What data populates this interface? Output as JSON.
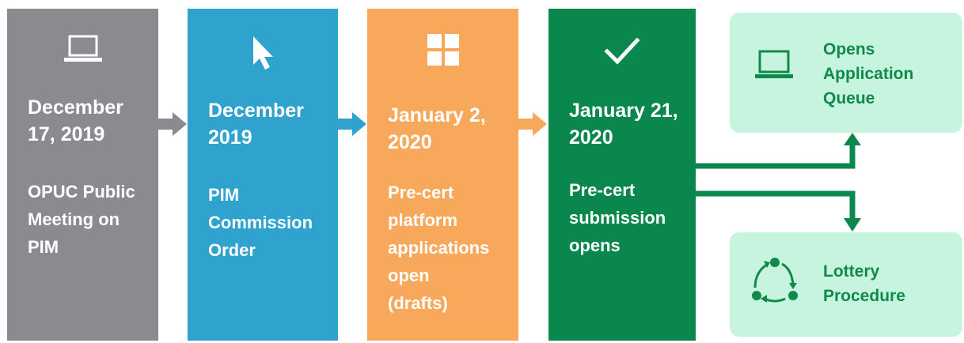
{
  "steps": [
    {
      "date_line1": "December",
      "date_line2": "17, 2019",
      "desc": [
        "OPUC Public",
        "Meeting on",
        "PIM"
      ],
      "icon": "laptop-icon",
      "color": "#8a8b8f"
    },
    {
      "date_line1": "December",
      "date_line2": "2019",
      "desc": [
        "PIM",
        "Commission",
        "Order"
      ],
      "icon": "cursor-icon",
      "color": "#2fa3ce"
    },
    {
      "date_line1": "January 2,",
      "date_line2": "2020",
      "desc": [
        "Pre-cert",
        "platform",
        "applications",
        "open",
        "(drafts)"
      ],
      "icon": "windows-grid-icon",
      "color": "#f7a85b"
    },
    {
      "date_line1": "January 21,",
      "date_line2": "2020",
      "desc": [
        "Pre-cert",
        "submission",
        "opens"
      ],
      "icon": "checkmark-icon",
      "color": "#09874c"
    }
  ],
  "outcomes": [
    {
      "lines": [
        "Opens",
        "Application",
        "Queue"
      ],
      "icon": "laptop-icon"
    },
    {
      "lines": [
        "Lottery",
        "Procedure"
      ],
      "icon": "cycle-icon"
    }
  ],
  "colors": {
    "arrow_gray": "#8a8b8f",
    "arrow_blue": "#2fa3ce",
    "arrow_orange": "#f7a85b",
    "green": "#09874c",
    "outcome_bg": "#c7f4df"
  }
}
